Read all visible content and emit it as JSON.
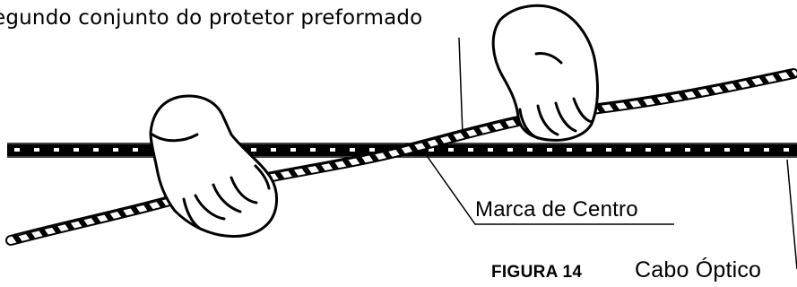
{
  "labels": {
    "protector_set": "egundo conjunto do protetor preformado",
    "center_mark": "Marca de Centro",
    "optical_cable": "Cabo Óptico"
  },
  "caption": "FIGURA 14",
  "colors": {
    "ink": "#000000",
    "background": "#ffffff"
  },
  "icons": {
    "left_hand": "gloved-hand-icon",
    "right_hand": "gloved-hand-icon"
  }
}
